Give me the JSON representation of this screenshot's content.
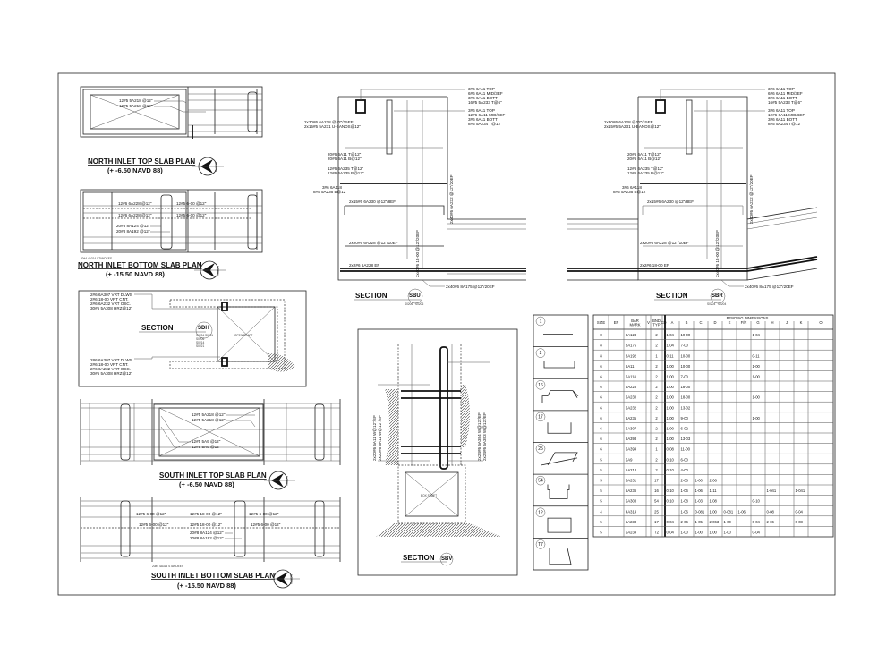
{
  "north_top": {
    "title": "NORTH INLET TOP SLAB PLAN",
    "elevation": "(+ -6.50 NAVD 88)",
    "labels": [
      "12#5 5A218 @12\"",
      "12#5 5A218 @12\""
    ],
    "north": "NORTH"
  },
  "north_bottom": {
    "title": "NORTH INLET BOTTOM SLAB PLAN",
    "elevation": "(+ -15.50 NAVD 88)",
    "labels": [
      "12#6 6A228 @12\"",
      "12#6 6A228 @12\"",
      "12#5 6-00 @12\"",
      "12#5 6-00 @12\"",
      "20#8 8A124 @12\"",
      "20#8 8A192 @12\""
    ],
    "standees": "20#4 4A314 STANDEES",
    "north": "NORTH"
  },
  "section_sdh": {
    "label": "SECTION",
    "bubble": "SDH",
    "refs": [
      "S0204",
      "S0211",
      "S0206",
      "S0214",
      "S0221"
    ],
    "shaft": "OPEN SHAFT",
    "callout_top": [
      "2#6 6A307 VRT DLWS",
      "2#6 18-00 VRT CNT.",
      "2#6 6A232 VRT OSC.",
      "30#5 5A308 HRZ@12\""
    ],
    "callout_bottom": [
      "2#6 6A307 VRT DLWS",
      "2#6 18-00 VRT CNT.",
      "2#6 6A232 VRT OSC.",
      "30#5 5A308 HRZ@12\""
    ]
  },
  "south_top": {
    "title": "SOUTH INLET TOP SLAB PLAN",
    "elevation": "(+ -6.50 NAVD 88)",
    "labels": [
      "12#5 5A218 @12\"",
      "12#5 5A218 @12\"",
      "12#5 5A9 @12\"",
      "12#5 5A9 @12\""
    ],
    "north": "NORTH"
  },
  "south_bottom": {
    "title": "SOUTH INLET BOTTOM SLAB PLAN",
    "elevation": "(+ -15.50 NAVD 88)",
    "labels": [
      "12#5 6-00 @12\"",
      "12#5 18-00 @12\"",
      "12#5 6-00 @12\"",
      "12#5 6-00 @12\"",
      "12#5 18-00 @12\"",
      "12#5 6-00 @12\"",
      "20#8 8A124 @12\"",
      "20#8 8A192 @12\""
    ],
    "standees": "20#4 4A314 STANDEES",
    "north": "NORTH"
  },
  "section_sbu": {
    "label": "SECTION",
    "bubble": "SBU",
    "refs": [
      "S0206",
      "S0206"
    ],
    "callout_a": [
      "3#6 6A11 TOP",
      "6#6 6A11 MID/3EF",
      "3#6 6A11 BOTT",
      "16#5 5A233 T@6\""
    ],
    "callout_b": [
      "3#6 6A11 TOP",
      "12#6 6A11 MID/6EF",
      "3#6 6A11 BOTT",
      "8#5 5A234 T@12\""
    ],
    "left": [
      "2x30#6 6A228 @12\"/15EF",
      "2x15#5 5A231 U-BANDS@12\"",
      "20#6 6A11 T@12\"",
      "20#6 6A11 B@12\"",
      "12#6 6A235 T@12\"",
      "12#6 6A235 B@12\"",
      "3#6 6A118",
      "8#5 5A236 B@12\"",
      "2x15#6 6A230 @12\"/8EF",
      "2x20#6 6A228 @12\"/10EF",
      "2x2#6 6A228 EF"
    ],
    "vertical": [
      "2x40#6 18-00 @12\"/20EF",
      "2x40#6 6A232 @12\"/20EF"
    ],
    "bottom": "2x40#6 8A175 @12\"/20EF"
  },
  "section_sbr": {
    "label": "SECTION",
    "bubble": "SBR",
    "refs": [
      "S0204",
      "S0204"
    ],
    "callout_a": [
      "3#6 6A11 TOP",
      "6#6 6A11 MID/3EF",
      "3#6 6A11 BOTT",
      "16#5 5A233 T@6\""
    ],
    "callout_b": [
      "3#6 6A11 TOP",
      "12#6 6A11 MID/6EF",
      "3#6 6A11 BOTT",
      "8#5 5A234 T@12\""
    ],
    "left": [
      "2x30#6 6A228 @12\"/15EF",
      "2x15#5 5A231 U-BANDS@12\"",
      "20#6 6A11 T@12\"",
      "20#6 6A11 B@12\"",
      "12#6 6A235 T@12\"",
      "12#6 6A235 B@12\"",
      "3#6 6A118",
      "8#5 5A236 B@12\"",
      "2x15#6 6A230 @12\"/8EF",
      "2x20#6 6A228 @12\"/10EF",
      "2x2#6 18-00 EF"
    ],
    "vertical": [
      "2x40#6 18-00 @12\"/20EF",
      "2x40#6 6A232 @12\"/20EF"
    ],
    "bottom": "2x40#6 8A175 @12\"/20EF"
  },
  "section_sbv": {
    "label": "SECTION",
    "bubble": "SBV",
    "box": "BOX SHAFT",
    "left": [
      "2x20#6 6A11 W@12\"/EF",
      "2x20#6 6A11 W@12\"/EF"
    ],
    "right": [
      "2x24#6 6A394 W@12\"/EF",
      "2x24#6 6A393 W@12\"/EF"
    ]
  },
  "bend_types": [
    "1",
    "2",
    "16",
    "17",
    "25",
    "54",
    "12",
    "T7"
  ],
  "bar_schedule": {
    "group_header": "BENDING DIMENSIONS",
    "columns": [
      "SIZE",
      "EP",
      "BAR MARK",
      "V",
      "BND TYP",
      "CD",
      "A",
      "B",
      "C",
      "D",
      "E",
      "F/R",
      "G",
      "H",
      "J",
      "K",
      "O"
    ],
    "rows": [
      [
        "8",
        "",
        "8A124",
        "",
        "2",
        "",
        "1-04",
        "10-00",
        "",
        "",
        "",
        "",
        "1-04",
        "",
        "",
        "",
        ""
      ],
      [
        "8",
        "",
        "8A175",
        "",
        "2",
        "",
        "1-04",
        "7-00",
        "",
        "",
        "",
        "",
        "",
        "",
        "",
        "",
        ""
      ],
      [
        "8",
        "",
        "8A192",
        "",
        "1",
        "",
        "0-11",
        "10-00",
        "",
        "",
        "",
        "",
        "0-11",
        "",
        "",
        "",
        ""
      ],
      [
        "6",
        "",
        "6A11",
        "",
        "2",
        "",
        "1-00",
        "10-00",
        "",
        "",
        "",
        "",
        "1-00",
        "",
        "",
        "",
        ""
      ],
      [
        "6",
        "",
        "6A118",
        "",
        "2",
        "",
        "1-00",
        "7-00",
        "",
        "",
        "",
        "",
        "1-00",
        "",
        "",
        "",
        ""
      ],
      [
        "6",
        "",
        "6A228",
        "",
        "2",
        "",
        "1-00",
        "18-00",
        "",
        "",
        "",
        "",
        "",
        "",
        "",
        "",
        ""
      ],
      [
        "6",
        "",
        "6A230",
        "",
        "2",
        "",
        "1-00",
        "18-00",
        "",
        "",
        "",
        "",
        "1-00",
        "",
        "",
        "",
        ""
      ],
      [
        "6",
        "",
        "6A232",
        "",
        "2",
        "",
        "1-00",
        "13-02",
        "",
        "",
        "",
        "",
        "",
        "",
        "",
        "",
        ""
      ],
      [
        "6",
        "",
        "6A235",
        "",
        "2",
        "",
        "1-00",
        "9-00",
        "",
        "",
        "",
        "",
        "1-00",
        "",
        "",
        "",
        ""
      ],
      [
        "6",
        "",
        "6A307",
        "",
        "2",
        "",
        "1-00",
        "6-02",
        "",
        "",
        "",
        "",
        "",
        "",
        "",
        "",
        ""
      ],
      [
        "6",
        "",
        "6A393",
        "",
        "2",
        "",
        "1-00",
        "13-03",
        "",
        "",
        "",
        "",
        "",
        "",
        "",
        "",
        ""
      ],
      [
        "6",
        "",
        "6A394",
        "",
        "1",
        "",
        "0-08",
        "11-00",
        "",
        "",
        "",
        "",
        "",
        "",
        "",
        "",
        ""
      ],
      [
        "5",
        "",
        "5A9",
        "",
        "2",
        "",
        "0-10",
        "6-00",
        "",
        "",
        "",
        "",
        "",
        "",
        "",
        "",
        ""
      ],
      [
        "5",
        "",
        "5A218",
        "",
        "2",
        "",
        "0-10",
        "4-00",
        "",
        "",
        "",
        "",
        "",
        "",
        "",
        "",
        ""
      ],
      [
        "5",
        "",
        "5A231",
        "",
        "17",
        "",
        "",
        "2-06",
        "1-00",
        "2-06",
        "",
        "",
        "",
        "",
        "",
        "",
        ""
      ],
      [
        "5",
        "",
        "5A236",
        "",
        "16",
        "",
        "0-10",
        "1-06",
        "1-06",
        "1-11",
        "",
        "",
        "",
        "1-041",
        "",
        "1-041",
        ""
      ],
      [
        "5",
        "",
        "5A308",
        "",
        "54",
        "",
        "0-10",
        "1-08",
        "1-03",
        "1-08",
        "",
        "",
        "0-10",
        "",
        "",
        "",
        ""
      ],
      [
        "4",
        "",
        "4A314",
        "",
        "25",
        "",
        "",
        "1-06",
        "0-081",
        "1-00",
        "0-081",
        "1-06",
        "",
        "0-08",
        "",
        "0-04",
        ""
      ],
      [
        "5",
        "",
        "5A233",
        "",
        "17",
        "",
        "0-04",
        "2-06",
        "1-05",
        "2-063",
        "1-00",
        "",
        "0-04",
        "2-06",
        "",
        "0-08",
        ""
      ],
      [
        "5",
        "",
        "5A234",
        "",
        "T2",
        "",
        "0-04",
        "1-00",
        "1-00",
        "1-00",
        "1-00",
        "",
        "0-04",
        "",
        "",
        "",
        ""
      ]
    ]
  }
}
